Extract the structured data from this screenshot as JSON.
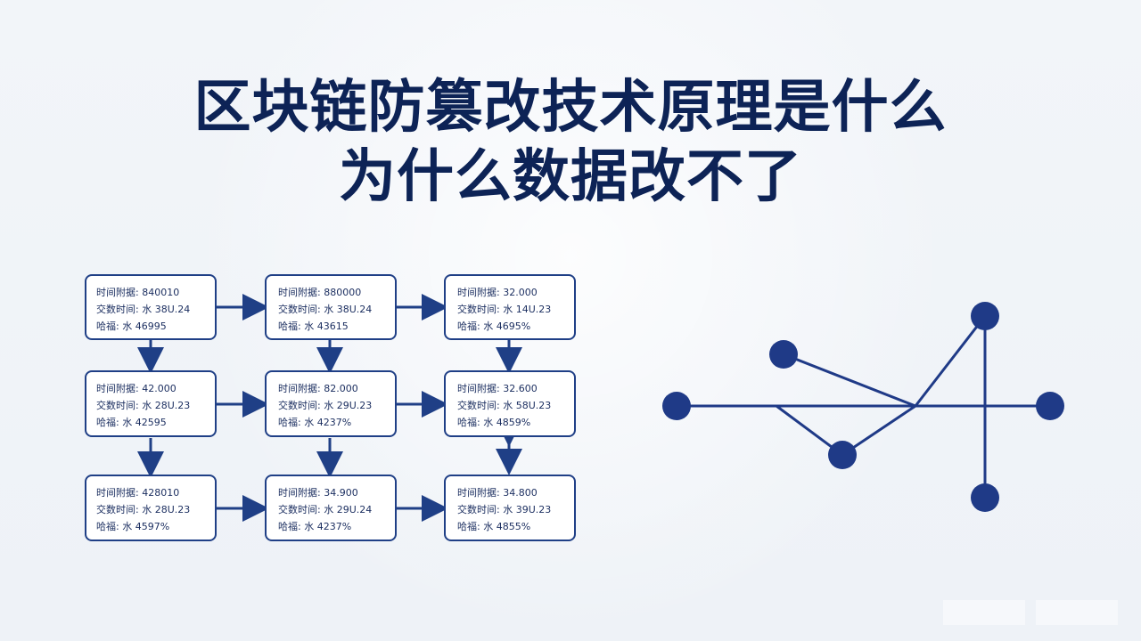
{
  "title": {
    "line1": "区块链防篡改技术原理是什么",
    "line2": "为什么数据改不了"
  },
  "blocks": [
    {
      "lines": [
        "时间附据: 840010",
        "交数时间: 水 38U.24",
        "哈福: 水 46995"
      ]
    },
    {
      "lines": [
        "时间附据: 880000",
        "交数时间: 水 38U.24",
        "哈福: 水 43615"
      ]
    },
    {
      "lines": [
        "时间附据: 32.000",
        "交数时间: 水 14U.23",
        "哈福: 水 4695%"
      ]
    },
    {
      "lines": [
        "时间附据: 42.000",
        "交数时间: 水 28U.23",
        "哈福: 水 42595"
      ]
    },
    {
      "lines": [
        "时间附据: 82.000",
        "交数时间: 水 29U.23",
        "哈福: 水 4237%"
      ]
    },
    {
      "lines": [
        "时间附据: 32.600",
        "交数时间: 水 58U.23",
        "哈福: 水 4859%"
      ]
    },
    {
      "lines": [
        "时间附据: 428010",
        "交数时间: 水 28U.23",
        "哈福: 水 4597%"
      ]
    },
    {
      "lines": [
        "时间附据: 34.900",
        "交数时间: 水 29U.24",
        "哈福: 水 4237%"
      ]
    },
    {
      "lines": [
        "时间附据: 34.800",
        "交数时间: 水 39U.23",
        "哈福: 水 4855%"
      ]
    }
  ],
  "colors": {
    "primary": "#1f3f86",
    "dark": "#0d2356",
    "background": "#eef2f7",
    "node": "#1f3a87"
  }
}
